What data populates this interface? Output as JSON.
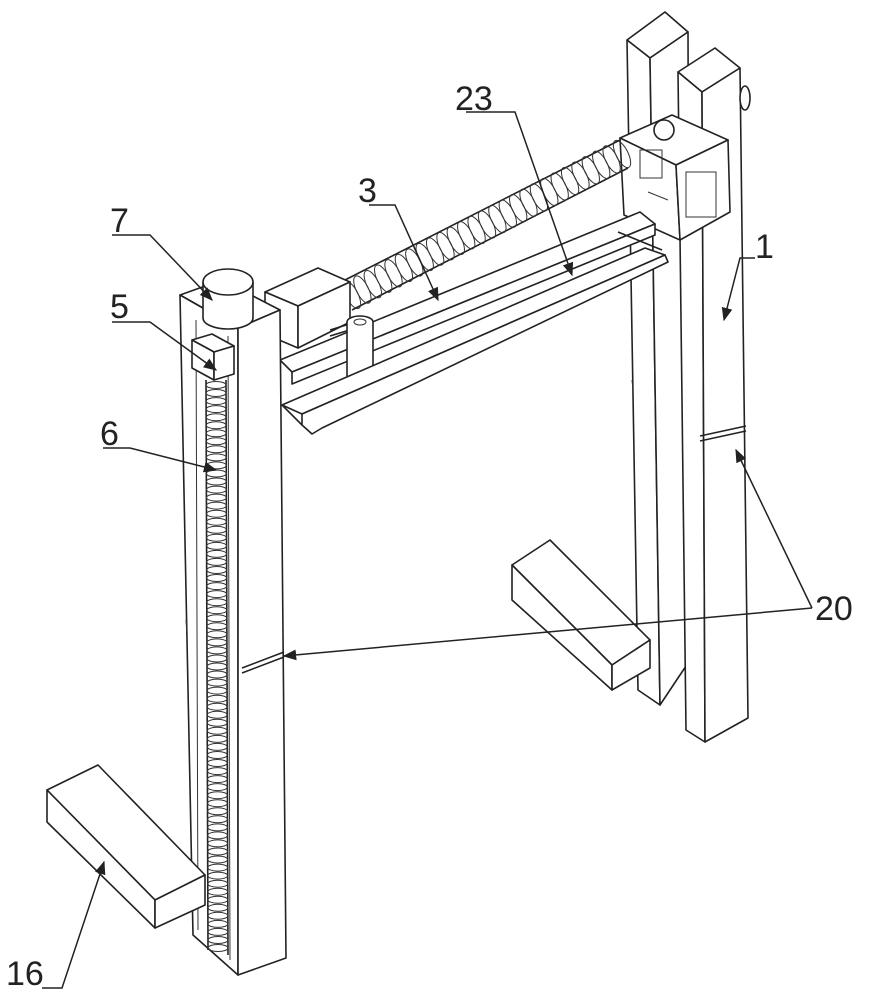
{
  "labels": {
    "part_1": "1",
    "part_3": "3",
    "part_5": "5",
    "part_6": "6",
    "part_7": "7",
    "part_16": "16",
    "part_20": "20",
    "part_23": "23"
  },
  "colors": {
    "line": "#222222",
    "background": "#ffffff"
  }
}
